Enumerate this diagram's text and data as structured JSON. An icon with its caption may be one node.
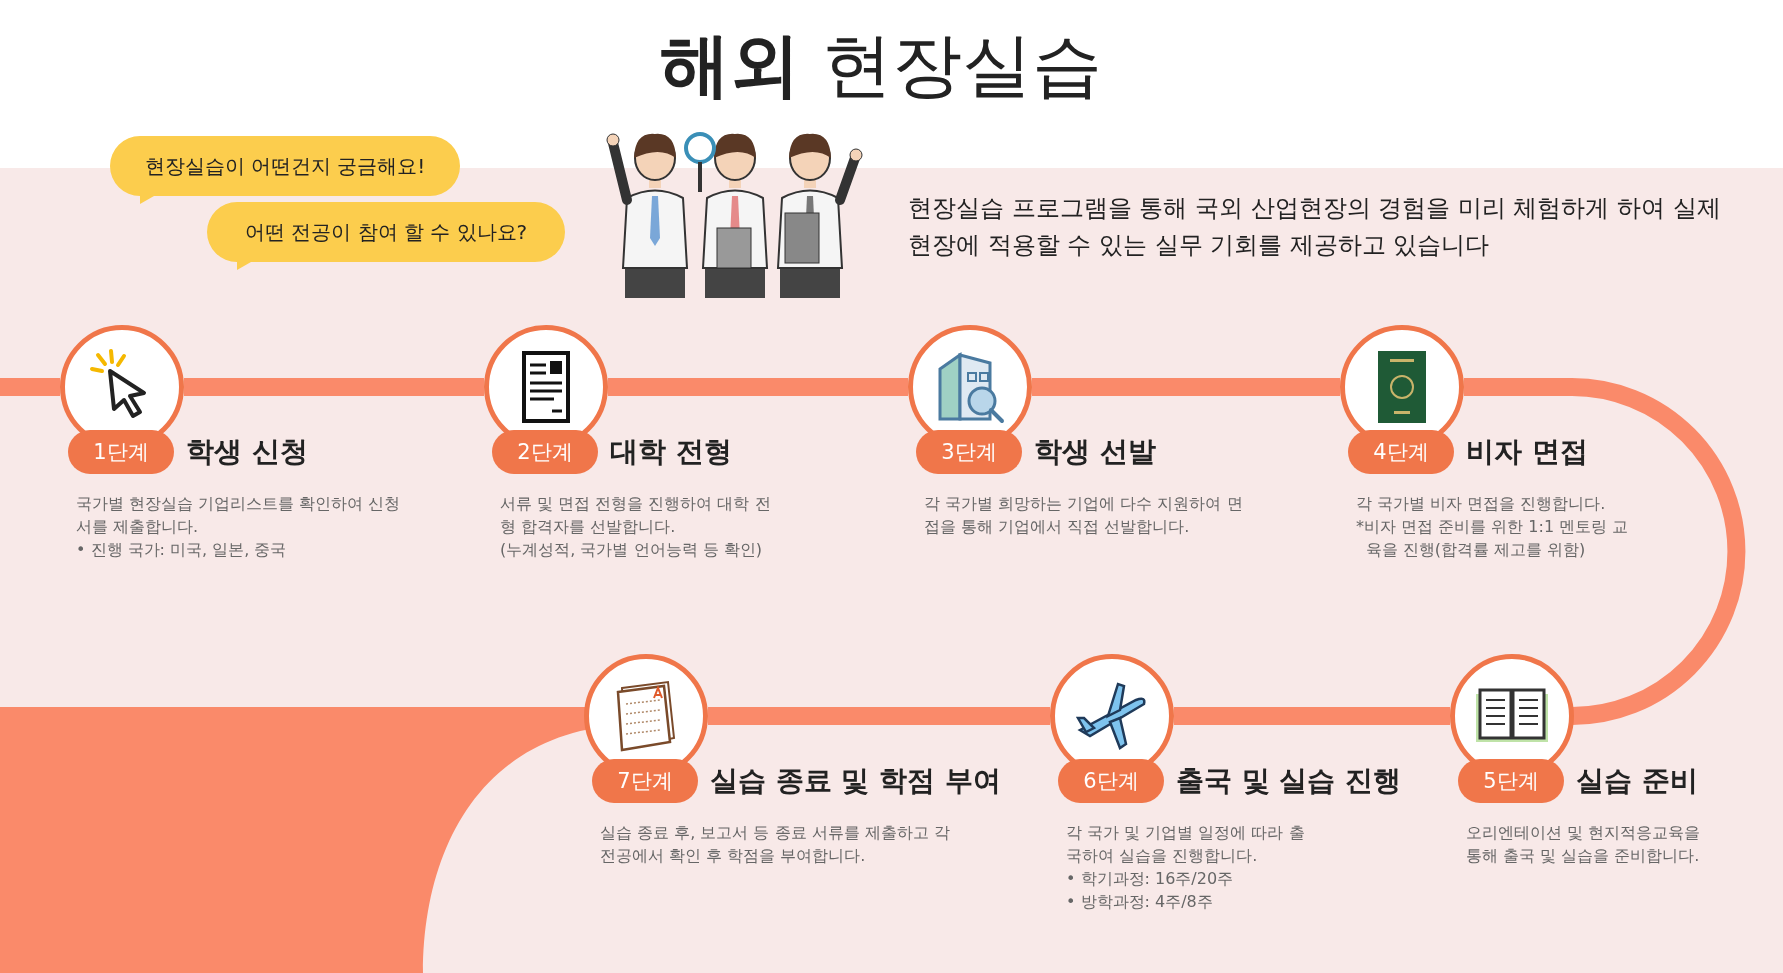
{
  "diagram": {
    "title": "**해외** 현장실습",
    "nodes": [
      {
        "text": [
          "현장실습이 어떤건지 궁금해요!"
        ]
      },
      {
        "text": [
          "어떤 전공이 참여 할 수 있나요?"
        ]
      },
      {
        "text": [
          "1단계",
          "학생 신청",
          "국가별 현장실습 기업리스트를 확인하여 신청서를 제출합니다.",
          "• 진행 국가: 미국, 일본, 중국"
        ]
      },
      {
        "text": [
          "2단계",
          "대학 전형",
          "서류 및 면접 전형을 진행하여 대학 전형 합격자를 선발합니다.",
          "(누계성적, 국가별 언어능력 등 확인)"
        ]
      },
      {
        "text": [
          "3단계",
          "학생 선발",
          "각 국가별 희망하는 기업에 다수 지원하여 면접을 통해 기업에서 직접 선발합니다."
        ]
      },
      {
        "text": [
          "4단계",
          "비자 면접",
          "각 국가별 비자 면접을 진행합니다.",
          "*비자 면접 준비를 위한 1:1 멘토링 교육을 진행(합격률 제고를 위함)"
        ]
      },
      {
        "text": [
          "5단계",
          "실습 준비",
          "오리엔테이션 및 현지적응교육을 통해 출국 및 실습을 준비합니다."
        ]
      },
      {
        "text": [
          "6단계",
          "출국 및 실습 진행",
          "각 국가 및 기업별 일정에 따라 출국하여 실습을 진행합니다.",
          "• 학기과정: 16주/20주",
          "• 방학과정: 4주/8주"
        ]
      },
      {
        "text": [
          "7단계",
          "실습 종료 및 학점 부여",
          "실습 종료 후, 보고서 등 종료 서류를 제출하고 각 전공에서 확인 후 학점을 부여합니다."
        ]
      }
    ],
    "edges": [
      {
        "from": null,
        "to": 2,
        "arrow": "none"
      },
      {
        "from": 2,
        "to": 3,
        "arrow": "none"
      },
      {
        "from": 3,
        "to": 4,
        "arrow": "none"
      },
      {
        "from": 4,
        "to": 5,
        "arrow": "none"
      },
      {
        "from": 5,
        "to": 6,
        "arrow": "none"
      },
      {
        "from": 6,
        "to": 7,
        "arrow": "none"
      },
      {
        "from": 7,
        "to": 8,
        "arrow": "none"
      }
    ],
    "labels": [
      "현장실습 프로그램을 통해 국외 산업현장의 경험을 미리 체험하게 하여 실제 현장에 적용할 수 있는 실무 기회를 제공하고 있습니다"
    ]
  }
}
